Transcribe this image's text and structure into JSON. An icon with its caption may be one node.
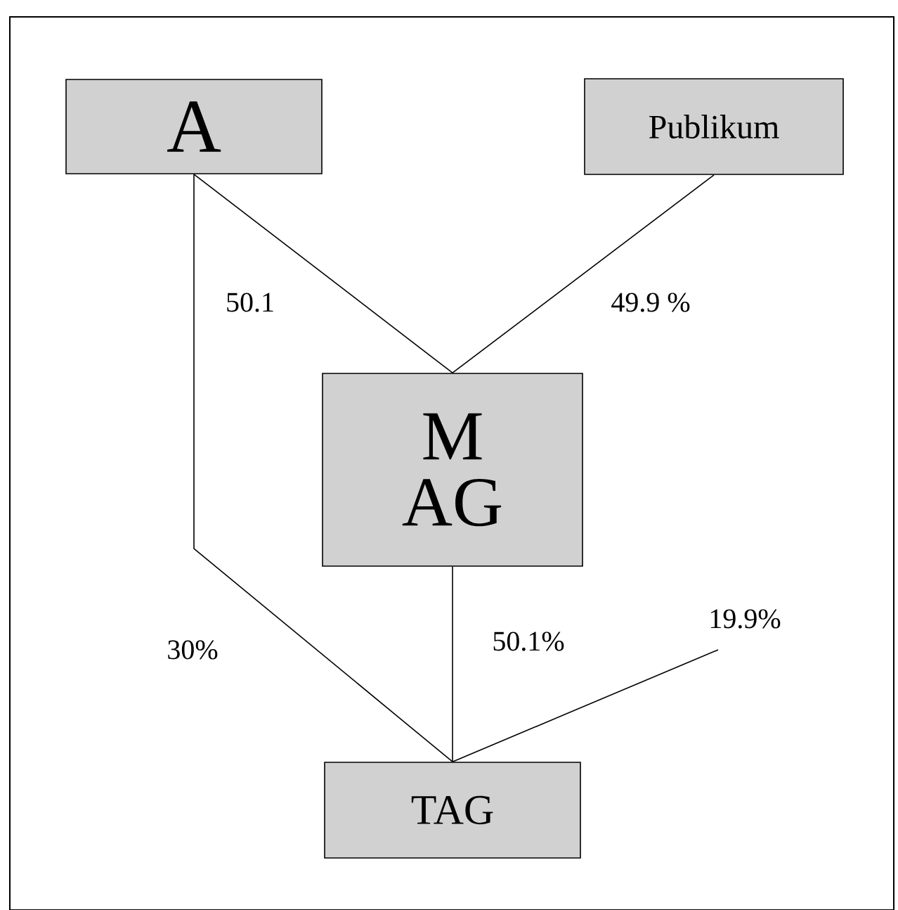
{
  "diagram": {
    "nodes": [
      {
        "text": [
          "A"
        ]
      },
      {
        "text": [
          "Publikum"
        ]
      },
      {
        "text": [
          "M AG"
        ]
      },
      {
        "text": [
          "TAG"
        ]
      }
    ],
    "edges": [
      {
        "from": 0,
        "to": 2,
        "arrow": "none",
        "label": "50.1"
      },
      {
        "from": 1,
        "to": 2,
        "arrow": "none",
        "label": "49.9 %"
      },
      {
        "from": 0,
        "to": 3,
        "arrow": "none",
        "label": "30%"
      },
      {
        "from": 2,
        "to": 3,
        "arrow": "none",
        "label": "50.1%"
      },
      {
        "from": null,
        "to": 3,
        "arrow": "none",
        "label": "19.9%"
      }
    ]
  }
}
